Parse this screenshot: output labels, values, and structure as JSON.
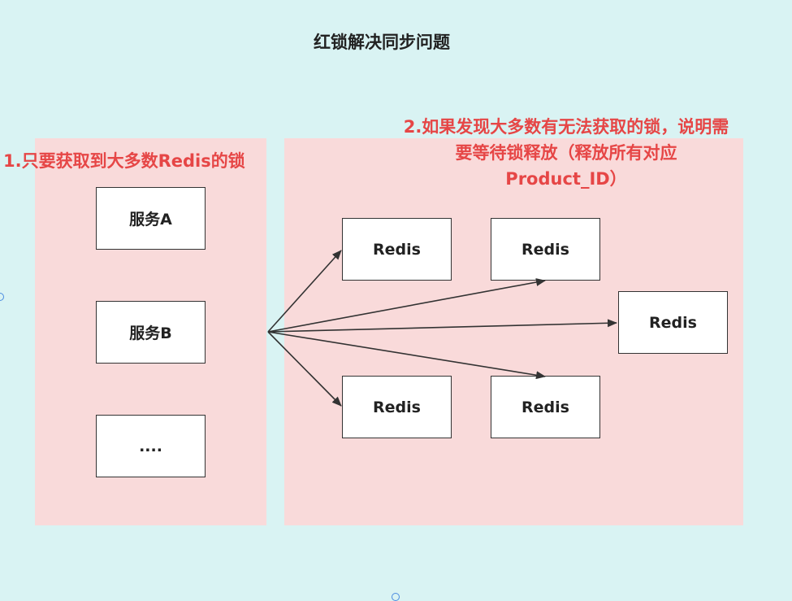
{
  "title": "红锁解决同步问题",
  "note_left": "1.只要获取到大多数Redis的锁",
  "note_right": "2.如果发现大多数有无法获取的锁，说明需要等待锁释放（释放所有对应Product_ID）",
  "services": [
    "服务A",
    "服务B",
    "...."
  ],
  "redis_nodes": [
    "Redis",
    "Redis",
    "Redis",
    "Redis",
    "Redis"
  ],
  "colors": {
    "background": "#d9f3f3",
    "panel": "#f9dada",
    "note_text": "#e64646",
    "arrow": "#333333"
  }
}
